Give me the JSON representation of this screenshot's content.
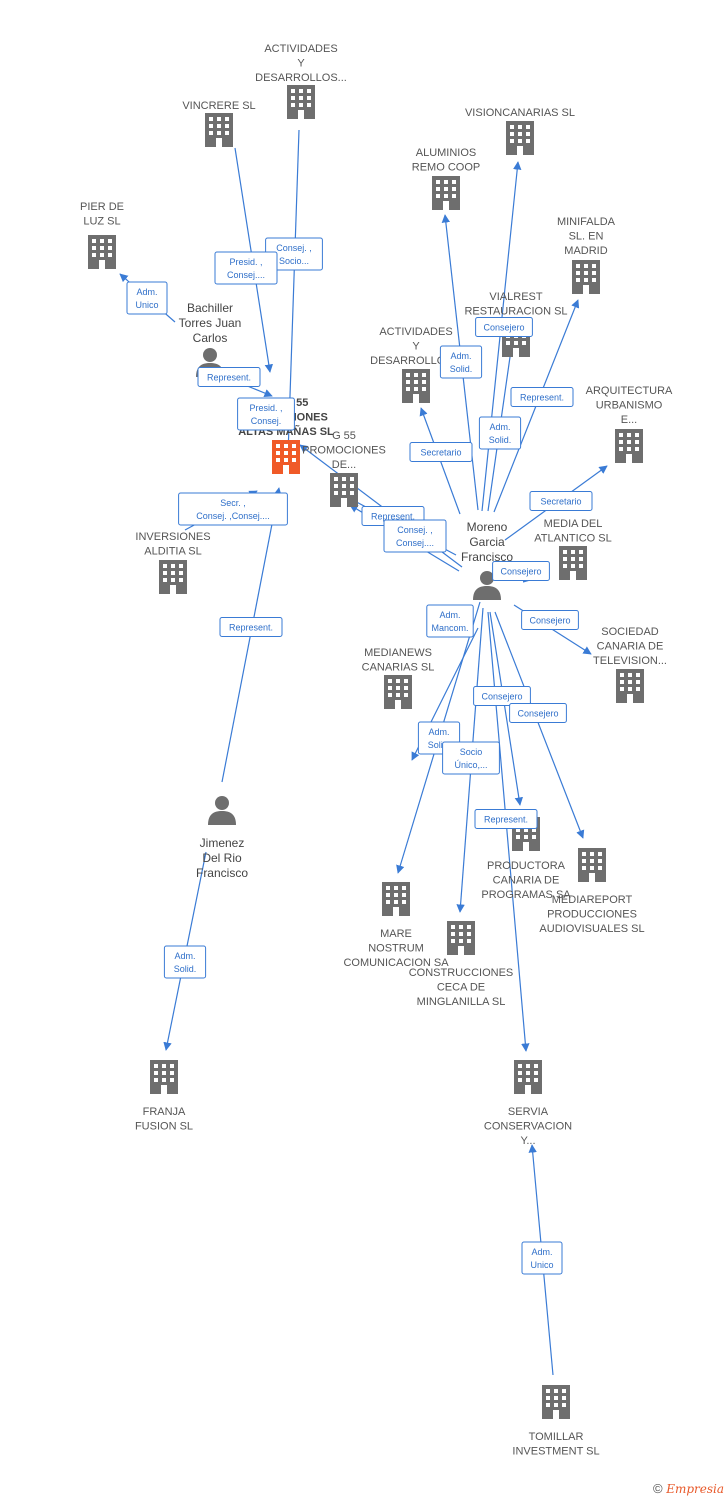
{
  "colors": {
    "edge": "#3a7bd5",
    "building": "#6e6e6e",
    "main_building": "#f05a28",
    "person": "#6e6e6e"
  },
  "nodes": [
    {
      "id": "ryg",
      "type": "company",
      "main": true,
      "label": [
        "R Y G 55",
        "PROMOCIONES",
        "ALTAS MAÑAS SL"
      ]
    },
    {
      "id": "actividades1",
      "type": "company",
      "label": [
        "ACTIVIDADES",
        "Y",
        "DESARROLLOS..."
      ]
    },
    {
      "id": "vincrere",
      "type": "company",
      "label": [
        "VINCRERE SL"
      ]
    },
    {
      "id": "pier",
      "type": "company",
      "label": [
        "PIER DE",
        "LUZ SL"
      ]
    },
    {
      "id": "bachiller",
      "type": "person",
      "label": [
        "Bachiller",
        "Torres Juan",
        "Carlos"
      ]
    },
    {
      "id": "visioncanarias",
      "type": "company",
      "label": [
        "VISIONCANARIAS SL"
      ]
    },
    {
      "id": "aluminios",
      "type": "company",
      "label": [
        "ALUMINIOS",
        "REMO COOP"
      ]
    },
    {
      "id": "minifalda",
      "type": "company",
      "label": [
        "MINIFALDA",
        "SL.   EN",
        "MADRID"
      ]
    },
    {
      "id": "vialrest",
      "type": "company",
      "label": [
        "VIALREST",
        "RESTAURACION SL"
      ]
    },
    {
      "id": "actividades2",
      "type": "company",
      "label": [
        "ACTIVIDADES",
        "Y",
        "DESARROLLOS..."
      ]
    },
    {
      "id": "arquitectura",
      "type": "company",
      "label": [
        "ARQUITECTURA",
        "URBANISMO",
        "E..."
      ]
    },
    {
      "id": "g55",
      "type": "company",
      "label": [
        "G 55",
        "PROMOCIONES",
        "DE..."
      ]
    },
    {
      "id": "moreno",
      "type": "person",
      "label": [
        "Moreno",
        "Garcia",
        "Francisco"
      ]
    },
    {
      "id": "media",
      "type": "company",
      "label": [
        "MEDIA DEL",
        "ATLANTICO SL"
      ]
    },
    {
      "id": "inversiones",
      "type": "company",
      "label": [
        "INVERSIONES",
        "ALDITIA SL"
      ]
    },
    {
      "id": "sociedad",
      "type": "company",
      "label": [
        "SOCIEDAD",
        "CANARIA DE",
        "TELEVISION..."
      ]
    },
    {
      "id": "medianews",
      "type": "company",
      "label": [
        "MEDIANEWS",
        "CANARIAS SL"
      ]
    },
    {
      "id": "jimenez",
      "type": "person",
      "label": [
        "Jimenez",
        "Del Rio",
        "Francisco"
      ]
    },
    {
      "id": "productora",
      "type": "company",
      "label": [
        "PRODUCTORA",
        "CANARIA DE",
        "PROGRAMAS SA"
      ]
    },
    {
      "id": "mediareport",
      "type": "company",
      "label": [
        "MEDIAREPORT",
        "PRODUCCIONES",
        "AUDIOVISUALES SL"
      ]
    },
    {
      "id": "mare",
      "type": "company",
      "label": [
        "MARE",
        "NOSTRUM",
        "COMUNICACION SA"
      ]
    },
    {
      "id": "construcciones",
      "type": "company",
      "label": [
        "CONSTRUCCIONES",
        "CECA DE",
        "MINGLANILLA SL"
      ]
    },
    {
      "id": "franja",
      "type": "company",
      "label": [
        "FRANJA",
        "FUSION SL"
      ]
    },
    {
      "id": "servia",
      "type": "company",
      "label": [
        "SERVIA",
        "CONSERVACION",
        "Y..."
      ]
    },
    {
      "id": "tomillar",
      "type": "company",
      "label": [
        "TOMILLAR",
        "INVESTMENT SL"
      ]
    }
  ],
  "edges": [
    {
      "from": "actividades1",
      "to": "ryg",
      "label": [
        "Consej. ,",
        "Socio..."
      ]
    },
    {
      "from": "vincrere",
      "to": "ryg",
      "label": [
        "Presid. ,",
        "Consej...."
      ]
    },
    {
      "from": "bachiller",
      "to": "pier",
      "label": [
        "Adm.",
        "Unico"
      ]
    },
    {
      "from": "bachiller",
      "to": "ryg",
      "label": [
        "Represent."
      ]
    },
    {
      "from": "moreno",
      "to": "ryg",
      "label": [
        "Presid. ,",
        "Consej."
      ]
    },
    {
      "from": "jimenez",
      "to": "ryg",
      "label": [
        "Represent."
      ]
    },
    {
      "from": "inversiones",
      "to": "ryg",
      "label": [
        "Secr. ,",
        "Consej. ,Consej...."
      ]
    },
    {
      "from": "moreno",
      "to": "aluminios",
      "label": [
        "Adm.",
        "Solid."
      ]
    },
    {
      "from": "moreno",
      "to": "visioncanarias",
      "label": [
        "Consejero"
      ]
    },
    {
      "from": "moreno",
      "to": "vialrest",
      "label": [
        "Adm.",
        "Solid."
      ]
    },
    {
      "from": "moreno",
      "to": "minifalda",
      "label": [
        "Represent."
      ]
    },
    {
      "from": "moreno",
      "to": "actividades2",
      "label": [
        "Secretario"
      ]
    },
    {
      "from": "moreno",
      "to": "arquitectura",
      "label": [
        "Secretario"
      ]
    },
    {
      "from": "moreno",
      "to": "g55",
      "label": [
        "Represent."
      ]
    },
    {
      "from": "moreno",
      "to": "g55",
      "label": [
        "Consej. ,",
        "Consej...."
      ]
    },
    {
      "from": "moreno",
      "to": "media",
      "label": [
        "Consejero"
      ]
    },
    {
      "from": "moreno",
      "to": "sociedad",
      "label": [
        "Consejero"
      ]
    },
    {
      "from": "moreno",
      "to": "mare",
      "label": [
        "Adm.",
        "Mancom."
      ]
    },
    {
      "from": "moreno",
      "to": "mare",
      "label": [
        "Adm.",
        "Solid."
      ]
    },
    {
      "from": "moreno",
      "to": "construcciones",
      "label": [
        "Socio",
        "Único,..."
      ]
    },
    {
      "from": "moreno",
      "to": "productora",
      "label": [
        "Consejero"
      ]
    },
    {
      "from": "moreno",
      "to": "mediareport",
      "label": [
        "Consejero"
      ]
    },
    {
      "from": "moreno",
      "to": "servia",
      "label": [
        "Represent."
      ]
    },
    {
      "from": "jimenez",
      "to": "franja",
      "label": [
        "Adm.",
        "Solid."
      ]
    },
    {
      "from": "tomillar",
      "to": "servia",
      "label": [
        "Adm.",
        "Unico"
      ]
    }
  ],
  "copyright": {
    "symbol": "©",
    "brand": "Empresia"
  }
}
